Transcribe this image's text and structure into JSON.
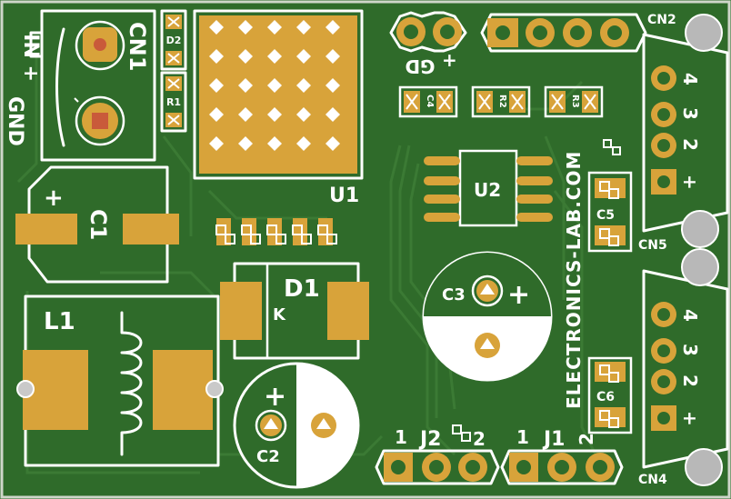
{
  "board": {
    "colors": {
      "mask": "#2f6b2a",
      "pad": "#d8a33a",
      "silk": "#ffffff",
      "hole": "#b8b8b8"
    },
    "brand": "ELECTRONICS-LAB.COM"
  },
  "labels": {
    "in_plus": "IN +",
    "gnd": "GND",
    "cn1": "CN1",
    "d2": "D2",
    "r1": "R1",
    "u1": "U1",
    "c1": "C1",
    "l1": "L1",
    "d1": "D1",
    "k": "K",
    "c2": "C2",
    "c2_plus": "+",
    "u2": "U2",
    "c3": "C3",
    "c3_plus": "+",
    "c4": "C4",
    "r2": "R2",
    "r3": "R3",
    "c5": "C5",
    "c6": "C6",
    "cn2": "CN2",
    "cn5": "CN5",
    "cn4": "CN4",
    "gd": "GD",
    "top_plus": "+",
    "j2": "J2",
    "j1": "J1",
    "j2_1": "1",
    "j2_2": "2",
    "j1_1": "1",
    "j1_2": "2",
    "cn5_pins": [
      "4",
      "3",
      "2",
      "+"
    ],
    "cn4_pins": [
      "4",
      "3",
      "2",
      "+"
    ],
    "c1_plus": "+"
  }
}
